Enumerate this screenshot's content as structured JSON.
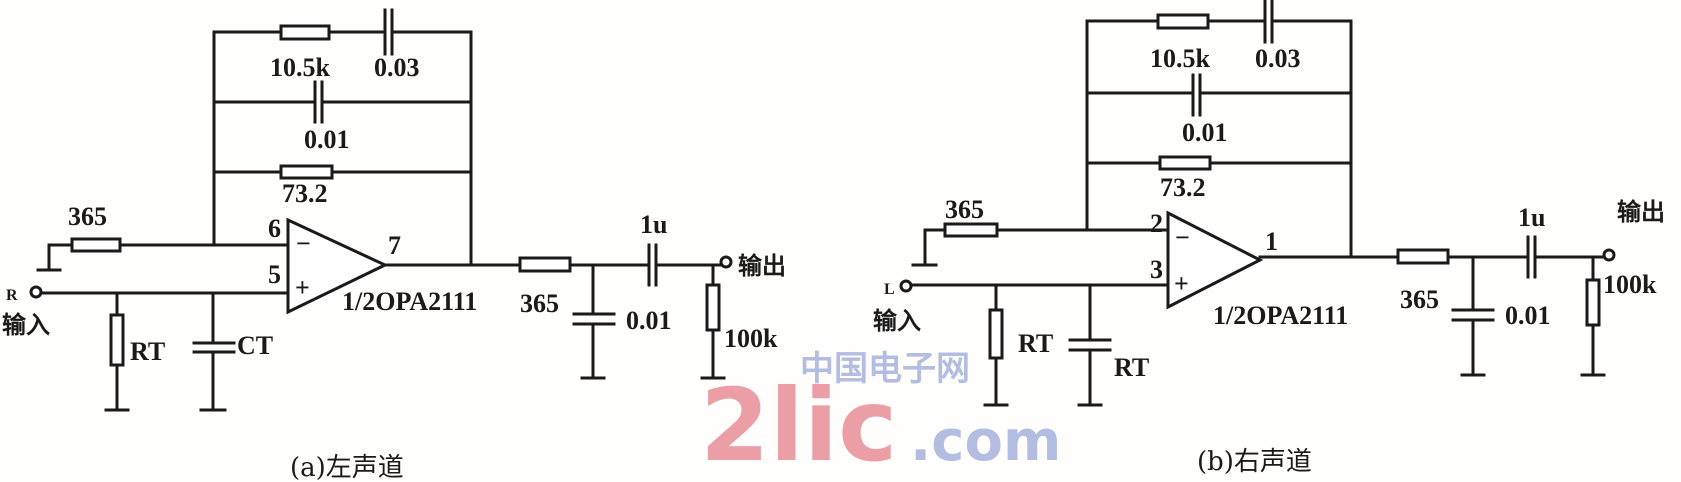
{
  "watermark": {
    "cn": "中国电子网",
    "domain": ".com",
    "brand": "2lic"
  },
  "left": {
    "feedback_r1": "10.5k",
    "feedback_c1": "0.03",
    "feedback_c2": "0.01",
    "feedback_r2": "73.2",
    "input_r": "365",
    "pin_inv": "6",
    "pin_noninv": "5",
    "pin_out": "7",
    "minus": "−",
    "plus": "+",
    "opamp": "1/2OPA2111",
    "in_label": "R",
    "in_text": "输入",
    "rt": "RT",
    "ct": "CT",
    "out_r": "365",
    "out_c": "0.01",
    "coupling_c": "1u",
    "load_r": "100k",
    "out_text": "输出",
    "caption": "(a)左声道"
  },
  "right": {
    "feedback_r1": "10.5k",
    "feedback_c1": "0.03",
    "feedback_c2": "0.01",
    "feedback_r2": "73.2",
    "input_r": "365",
    "pin_inv": "2",
    "pin_noninv": "3",
    "pin_out": "1",
    "minus": "−",
    "plus": "+",
    "opamp": "1/2OPA2111",
    "in_label": "L",
    "in_text": "输入",
    "rt": "RT",
    "ct": "RT",
    "out_r": "365",
    "out_c": "0.01",
    "coupling_c": "1u",
    "load_r": "100k",
    "out_text": "输出",
    "caption": "(b)右声道"
  }
}
